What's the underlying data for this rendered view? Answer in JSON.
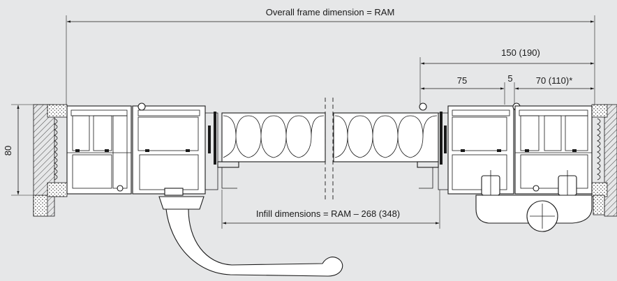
{
  "dimensions": {
    "overall": "Overall frame dimension = RAM",
    "d150": "150 (190)",
    "d75": "75",
    "d5": "5",
    "d70": "70 (110)*",
    "height": "80",
    "infill": "Infill dimensions = RAM – 268 (348)"
  },
  "colors": {
    "background": "#e6e7e8",
    "line": "#1a1a1a",
    "profile_fill": "#ffffff"
  }
}
